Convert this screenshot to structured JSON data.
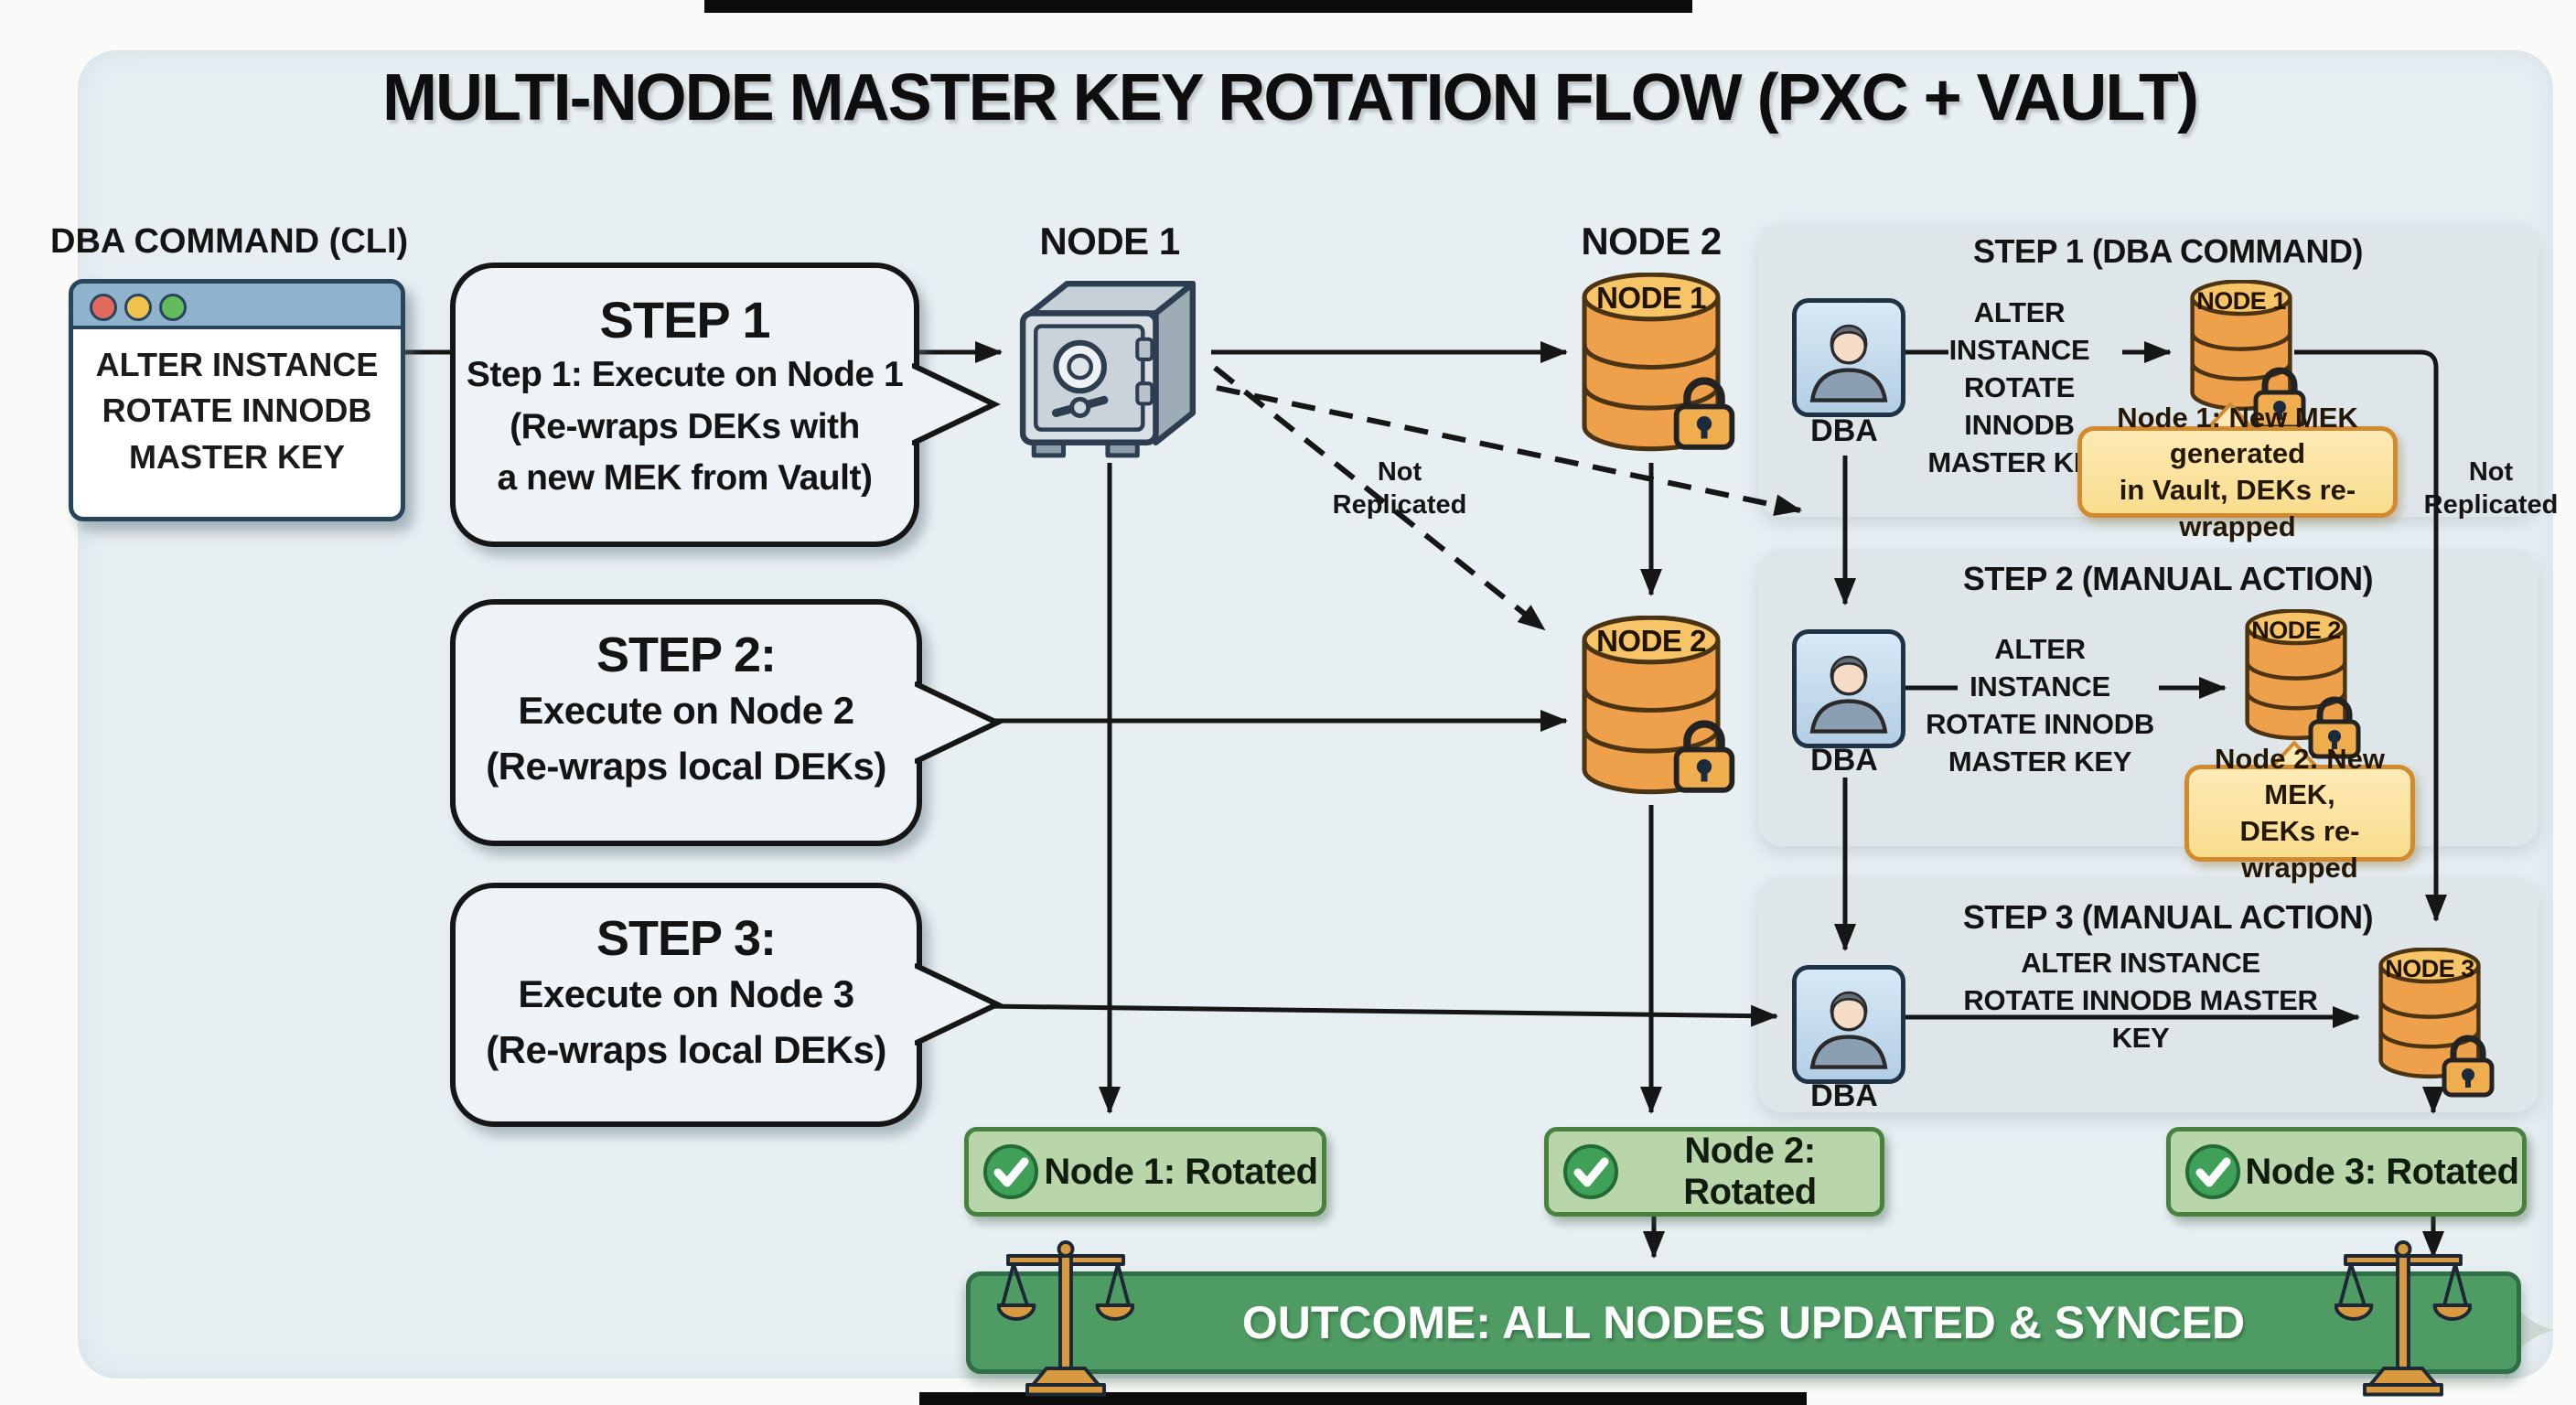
{
  "title": "MULTI-NODE MASTER KEY ROTATION FLOW (PXC + VAULT)",
  "cli": {
    "label": "DBA COMMAND (CLI)",
    "command": "ALTER INSTANCE\nROTATE INNODB\nMASTER KEY"
  },
  "bubbles": {
    "step1": {
      "title": "STEP 1",
      "body": "Step 1: Execute on Node 1\n(Re-wraps DEKs with\na new MEK from Vault)"
    },
    "step2": {
      "title": "STEP 2:",
      "body": "Execute on Node 2\n(Re-wraps local DEKs)"
    },
    "step3": {
      "title": "STEP 3:",
      "body": "Execute on Node 3\n(Re-wraps local DEKs)"
    }
  },
  "main": {
    "node1_heading": "NODE 1",
    "node2_heading": "NODE 2",
    "db1_label": "NODE 1",
    "db2_label": "NODE 2",
    "not_replicated": "Not\nReplicated"
  },
  "panel": {
    "step1": {
      "title": "STEP 1 (DBA COMMAND)",
      "actor": "DBA",
      "command": "ALTER INSTANCE\nROTATE INNODB\nMASTER KEY",
      "node_label": "NODE 1",
      "callout": "Node 1: New MEK generated\nin Vault, DEKs re-wrapped",
      "not_replicated": "Not\nReplicated"
    },
    "step2": {
      "title": "STEP 2 (MANUAL ACTION)",
      "actor": "DBA",
      "command": "ALTER INSTANCE\nROTATE INNODB\nMASTER KEY",
      "node_label": "NODE 2",
      "callout": "Node 2: New MEK,\nDEKs re-wrapped"
    },
    "step3": {
      "title": "STEP 3 (MANUAL ACTION)",
      "actor": "DBA",
      "command": "ALTER INSTANCE\nROTATE INNODB MASTER KEY",
      "node_label": "NODE 3"
    }
  },
  "results": {
    "badge1": "Node 1: Rotated",
    "badge2": "Node 2: Rotated",
    "badge3": "Node 3: Rotated",
    "banner": "OUTCOME: ALL NODES UPDATED & SYNCED"
  },
  "colors": {
    "panel_bg": "#e7eff3",
    "section_bg": "#dee6ea",
    "node_orange": "#efa04a",
    "node_orange_top": "#f7c468",
    "lock_orange": "#f0ad4e",
    "badge_green_bg": "#b9d5aa",
    "badge_green_border": "#47823f",
    "check_green": "#3fa057",
    "banner_green": "#4e9c63",
    "banner_border": "#2f6f45",
    "callout_bg": "#fbe39c",
    "callout_border": "#d28a2e",
    "dba_icon_bg": "#cfe2f2",
    "window_bar_blue": "#8fb2cd",
    "line_black": "#161616"
  }
}
